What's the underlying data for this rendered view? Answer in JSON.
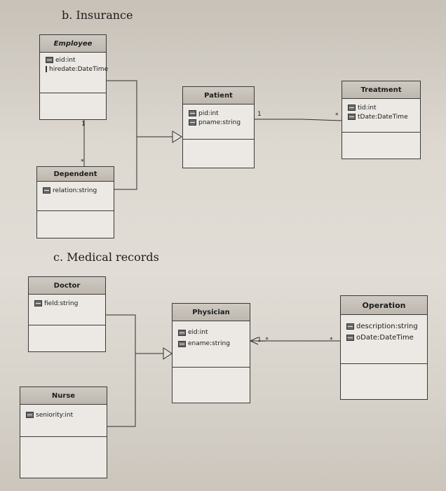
{
  "sections": {
    "insurance": "b.  Insurance",
    "medical": "c.  Medical records"
  },
  "classes": {
    "employee": {
      "name": "Employee",
      "attrs": [
        "eid:int",
        "hiredate:DateTime"
      ]
    },
    "patient": {
      "name": "Patient",
      "attrs": [
        "pid:int",
        "pname:string"
      ]
    },
    "treatment": {
      "name": "Treatment",
      "attrs": [
        "tid:int",
        "tDate:DateTime"
      ]
    },
    "dependent": {
      "name": "Dependent",
      "attrs": [
        "relation:string"
      ]
    },
    "doctor": {
      "name": "Doctor",
      "attrs": [
        "field:string"
      ]
    },
    "physician": {
      "name": "Physician",
      "attrs": [
        "eid:int",
        "ename:string"
      ]
    },
    "operation": {
      "name": "Operation",
      "attrs": [
        "description:string",
        "oDate:DateTime"
      ]
    },
    "nurse": {
      "name": "Nurse",
      "attrs": [
        "seniority:int"
      ]
    }
  },
  "multiplicities": {
    "employee_dependent_top": "1",
    "employee_dependent_bottom": "*",
    "patient_treatment_left": "1",
    "patient_treatment_right": "*",
    "physician_operation_left": "1..*",
    "physician_operation_right": "*"
  }
}
